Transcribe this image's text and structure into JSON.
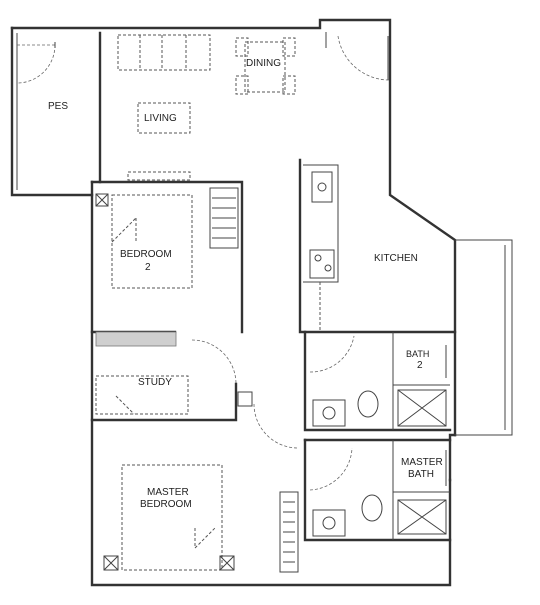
{
  "rooms": {
    "pes": "PES",
    "living": "LIVING",
    "dining": "DINING",
    "kitchen": "KITCHEN",
    "bedroom2": "BEDROOM",
    "bedroom2_number": "2",
    "study": "STUDY",
    "bath2": "BATH",
    "bath2_number": "2",
    "master_bath_line1": "MASTER",
    "master_bath_line2": "BATH",
    "master_bedroom_line1": "MASTER",
    "master_bedroom_line2": "BEDROOM"
  }
}
